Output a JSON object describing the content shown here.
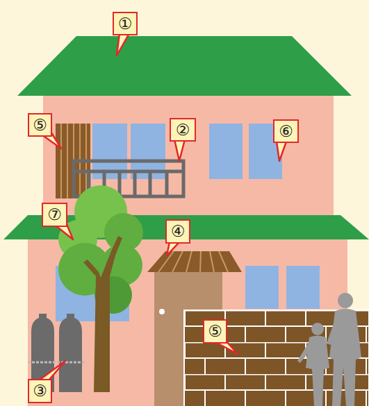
{
  "diagram": {
    "nodes": [
      {
        "text": [
          "①"
        ]
      },
      {
        "text": [
          "⑤"
        ]
      },
      {
        "text": [
          "②"
        ]
      },
      {
        "text": [
          "⑥"
        ]
      },
      {
        "text": [
          "⑦"
        ]
      },
      {
        "text": [
          "④"
        ]
      },
      {
        "text": [
          "⑤"
        ]
      },
      {
        "text": [
          "③"
        ]
      }
    ]
  }
}
